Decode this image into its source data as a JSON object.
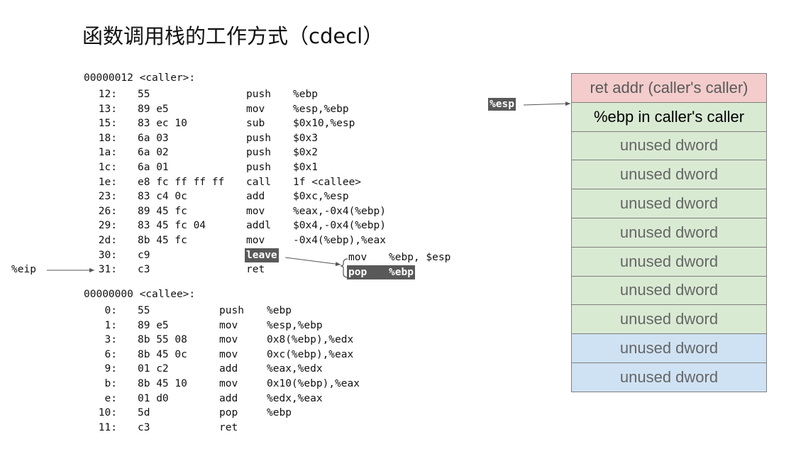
{
  "title": "函数调用栈的工作方式（cdecl）",
  "caller": {
    "header": "00000012 <caller>:",
    "lines": [
      {
        "addr": "12:",
        "bytes": "55",
        "op": "push",
        "args": "%ebp"
      },
      {
        "addr": "13:",
        "bytes": "89 e5",
        "op": "mov",
        "args": "%esp,%ebp"
      },
      {
        "addr": "15:",
        "bytes": "83 ec 10",
        "op": "sub",
        "args": "$0x10,%esp"
      },
      {
        "addr": "18:",
        "bytes": "6a 03",
        "op": "push",
        "args": "$0x3"
      },
      {
        "addr": "1a:",
        "bytes": "6a 02",
        "op": "push",
        "args": "$0x2"
      },
      {
        "addr": "1c:",
        "bytes": "6a 01",
        "op": "push",
        "args": "$0x1"
      },
      {
        "addr": "1e:",
        "bytes": "e8 fc ff ff ff",
        "op": "call",
        "args": "1f <callee>"
      },
      {
        "addr": "23:",
        "bytes": "83 c4 0c",
        "op": "add",
        "args": "$0xc,%esp"
      },
      {
        "addr": "26:",
        "bytes": "89 45 fc",
        "op": "mov",
        "args": "%eax,-0x4(%ebp)"
      },
      {
        "addr": "29:",
        "bytes": "83 45 fc 04",
        "op": "addl",
        "args": "$0x4,-0x4(%ebp)"
      },
      {
        "addr": "2d:",
        "bytes": "8b 45 fc",
        "op": "mov",
        "args": "-0x4(%ebp),%eax"
      },
      {
        "addr": "30:",
        "bytes": "c9",
        "op": "leave",
        "args": ""
      },
      {
        "addr": "31:",
        "bytes": "c3",
        "op": "ret",
        "args": ""
      }
    ]
  },
  "callee": {
    "header": "00000000 <callee>:",
    "lines": [
      {
        "addr": "0:",
        "bytes": "55",
        "op": "push",
        "args": "%ebp"
      },
      {
        "addr": "1:",
        "bytes": "89 e5",
        "op": "mov",
        "args": "%esp,%ebp"
      },
      {
        "addr": "3:",
        "bytes": "8b 55 08",
        "op": "mov",
        "args": "0x8(%ebp),%edx"
      },
      {
        "addr": "6:",
        "bytes": "8b 45 0c",
        "op": "mov",
        "args": "0xc(%ebp),%eax"
      },
      {
        "addr": "9:",
        "bytes": "01 c2",
        "op": "add",
        "args": "%eax,%edx"
      },
      {
        "addr": "b:",
        "bytes": "8b 45 10",
        "op": "mov",
        "args": "0x10(%ebp),%eax"
      },
      {
        "addr": "e:",
        "bytes": "01 d0",
        "op": "add",
        "args": "%edx,%eax"
      },
      {
        "addr": "10:",
        "bytes": "5d",
        "op": "pop",
        "args": "%ebp"
      },
      {
        "addr": "11:",
        "bytes": "c3",
        "op": "ret",
        "args": ""
      }
    ]
  },
  "leave_expansion": [
    {
      "op": "mov",
      "args": "%ebp, $esp"
    },
    {
      "op": "pop",
      "args": "%ebp"
    }
  ],
  "eip_label": "%eip",
  "esp_label": "%esp",
  "stack": [
    {
      "label": "ret addr (caller's caller)",
      "bg": "#f4cccc",
      "fg": "#595959"
    },
    {
      "label": "%ebp in caller's caller",
      "bg": "#d9ead3",
      "fg": "#000000"
    },
    {
      "label": "unused dword",
      "bg": "#d9ead3",
      "fg": "#666666"
    },
    {
      "label": "unused dword",
      "bg": "#d9ead3",
      "fg": "#666666"
    },
    {
      "label": "unused dword",
      "bg": "#d9ead3",
      "fg": "#666666"
    },
    {
      "label": "unused dword",
      "bg": "#d9ead3",
      "fg": "#666666"
    },
    {
      "label": "unused dword",
      "bg": "#d9ead3",
      "fg": "#666666"
    },
    {
      "label": "unused dword",
      "bg": "#d9ead3",
      "fg": "#666666"
    },
    {
      "label": "unused dword",
      "bg": "#d9ead3",
      "fg": "#666666"
    },
    {
      "label": "unused dword",
      "bg": "#cfe2f3",
      "fg": "#666666"
    },
    {
      "label": "unused dword",
      "bg": "#cfe2f3",
      "fg": "#666666"
    }
  ],
  "highlight_color": "#595959"
}
